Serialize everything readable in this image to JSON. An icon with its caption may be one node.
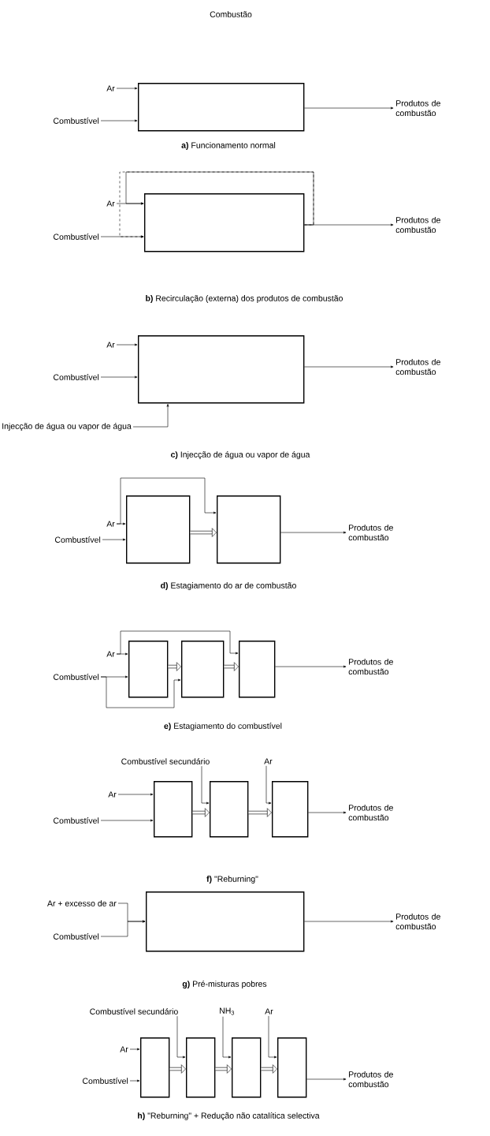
{
  "diagram": {
    "title": "Combustão",
    "nodes": [
      {
        "text": [
          "Ar"
        ]
      },
      {
        "text": [
          "Combustível"
        ]
      },
      {
        "text": [],
        "shape": "box"
      },
      {
        "text": [
          "Produtos de combustão"
        ]
      },
      {
        "text": [
          "Ar"
        ]
      },
      {
        "text": [
          "Combustível"
        ]
      },
      {
        "text": [],
        "shape": "box"
      },
      {
        "text": [
          "Produtos de combustão"
        ]
      },
      {
        "text": [
          "Ar"
        ]
      },
      {
        "text": [
          "Combustível"
        ]
      },
      {
        "text": [],
        "shape": "box"
      },
      {
        "text": [
          "Produtos de combustão"
        ]
      },
      {
        "text": [
          "Injecção de água ou vapor de água"
        ]
      },
      {
        "text": [
          "Ar"
        ]
      },
      {
        "text": [
          "Combustível"
        ]
      },
      {
        "text": [],
        "shape": "box"
      },
      {
        "text": [],
        "shape": "box"
      },
      {
        "text": [
          "Produtos de combustão"
        ]
      },
      {
        "text": [
          "Ar"
        ]
      },
      {
        "text": [
          "Combustível"
        ]
      },
      {
        "text": [],
        "shape": "box"
      },
      {
        "text": [],
        "shape": "box"
      },
      {
        "text": [],
        "shape": "box"
      },
      {
        "text": [
          "Produtos de combustão"
        ]
      },
      {
        "text": [
          "Combustível secundário"
        ]
      },
      {
        "text": [
          "Ar"
        ]
      },
      {
        "text": [
          "Ar"
        ]
      },
      {
        "text": [
          "Combustível"
        ]
      },
      {
        "text": [],
        "shape": "box"
      },
      {
        "text": [],
        "shape": "box"
      },
      {
        "text": [],
        "shape": "box"
      },
      {
        "text": [
          "Produtos de combustão"
        ]
      },
      {
        "text": [
          "Ar + excesso de ar"
        ]
      },
      {
        "text": [
          "Combustível"
        ]
      },
      {
        "text": [],
        "shape": "box"
      },
      {
        "text": [
          "Produtos de combustão"
        ]
      },
      {
        "text": [
          "Combustível secundário"
        ]
      },
      {
        "text": [
          "NH$_{3}$"
        ]
      },
      {
        "text": [
          "Ar"
        ]
      },
      {
        "text": [
          "Ar"
        ]
      },
      {
        "text": [
          "Combustível"
        ]
      },
      {
        "text": [],
        "shape": "box"
      },
      {
        "text": [],
        "shape": "box"
      },
      {
        "text": [],
        "shape": "box"
      },
      {
        "text": [],
        "shape": "box"
      },
      {
        "text": [
          "Produtos de combustão"
        ]
      }
    ],
    "edges": [
      {
        "from": 0,
        "to": 2,
        "arrow": "to"
      },
      {
        "from": 1,
        "to": 2,
        "arrow": "to"
      },
      {
        "from": 2,
        "to": 3,
        "arrow": "to"
      },
      {
        "from": 4,
        "to": 6,
        "arrow": "to"
      },
      {
        "from": 5,
        "to": 6,
        "arrow": "to"
      },
      {
        "from": 6,
        "to": 7,
        "arrow": "to"
      },
      {
        "from": 6,
        "to": 6,
        "arrow": "to"
      },
      {
        "from": 6,
        "to": 6,
        "arrow": "to",
        "style": "dashed"
      },
      {
        "from": 8,
        "to": 10,
        "arrow": "to"
      },
      {
        "from": 9,
        "to": 10,
        "arrow": "to"
      },
      {
        "from": 10,
        "to": 11,
        "arrow": "to"
      },
      {
        "from": 12,
        "to": 10,
        "arrow": "to"
      },
      {
        "from": 13,
        "to": 15,
        "arrow": "to"
      },
      {
        "from": 13,
        "to": 16,
        "arrow": "to"
      },
      {
        "from": 14,
        "to": 15,
        "arrow": "to"
      },
      {
        "from": 15,
        "to": 16,
        "arrow": "to",
        "style": "thick"
      },
      {
        "from": 16,
        "to": 17,
        "arrow": "to"
      },
      {
        "from": 18,
        "to": 20,
        "arrow": "to"
      },
      {
        "from": 18,
        "to": 22,
        "arrow": "to"
      },
      {
        "from": 19,
        "to": 20,
        "arrow": "to"
      },
      {
        "from": 19,
        "to": 21,
        "arrow": "to"
      },
      {
        "from": 20,
        "to": 21,
        "arrow": "to",
        "style": "thick"
      },
      {
        "from": 21,
        "to": 22,
        "arrow": "to",
        "style": "thick"
      },
      {
        "from": 22,
        "to": 23,
        "arrow": "to"
      },
      {
        "from": 26,
        "to": 28,
        "arrow": "to"
      },
      {
        "from": 27,
        "to": 28,
        "arrow": "to"
      },
      {
        "from": 24,
        "to": 29,
        "arrow": "to"
      },
      {
        "from": 25,
        "to": 30,
        "arrow": "to"
      },
      {
        "from": 28,
        "to": 29,
        "arrow": "to",
        "style": "thick"
      },
      {
        "from": 29,
        "to": 30,
        "arrow": "to",
        "style": "thick"
      },
      {
        "from": 30,
        "to": 31,
        "arrow": "to"
      },
      {
        "from": 32,
        "to": 34,
        "arrow": "to"
      },
      {
        "from": 33,
        "to": 34,
        "arrow": "to"
      },
      {
        "from": 34,
        "to": 35,
        "arrow": "to"
      },
      {
        "from": 39,
        "to": 41,
        "arrow": "to"
      },
      {
        "from": 40,
        "to": 41,
        "arrow": "to"
      },
      {
        "from": 36,
        "to": 42,
        "arrow": "to"
      },
      {
        "from": 37,
        "to": 43,
        "arrow": "to"
      },
      {
        "from": 38,
        "to": 44,
        "arrow": "to"
      },
      {
        "from": 41,
        "to": 42,
        "arrow": "to",
        "style": "thick"
      },
      {
        "from": 42,
        "to": 43,
        "arrow": "to",
        "style": "thick"
      },
      {
        "from": 43,
        "to": 44,
        "arrow": "to",
        "style": "thick"
      },
      {
        "from": 44,
        "to": 45,
        "arrow": "to"
      }
    ],
    "labels": [
      "**a)** Funcionamento normal",
      "**b)** Recirculação (externa) dos produtos de combustão",
      "**c)** Injecção de água ou vapor de água",
      "**d)** Estagiamento do ar de combustão",
      "**e)** Estagiamento do combustível",
      "**f)** \"Reburning\"",
      "**g)** Pré-misturas pobres",
      "**h)** \"Reburning\" + Redução não catalítica selectiva"
    ]
  }
}
